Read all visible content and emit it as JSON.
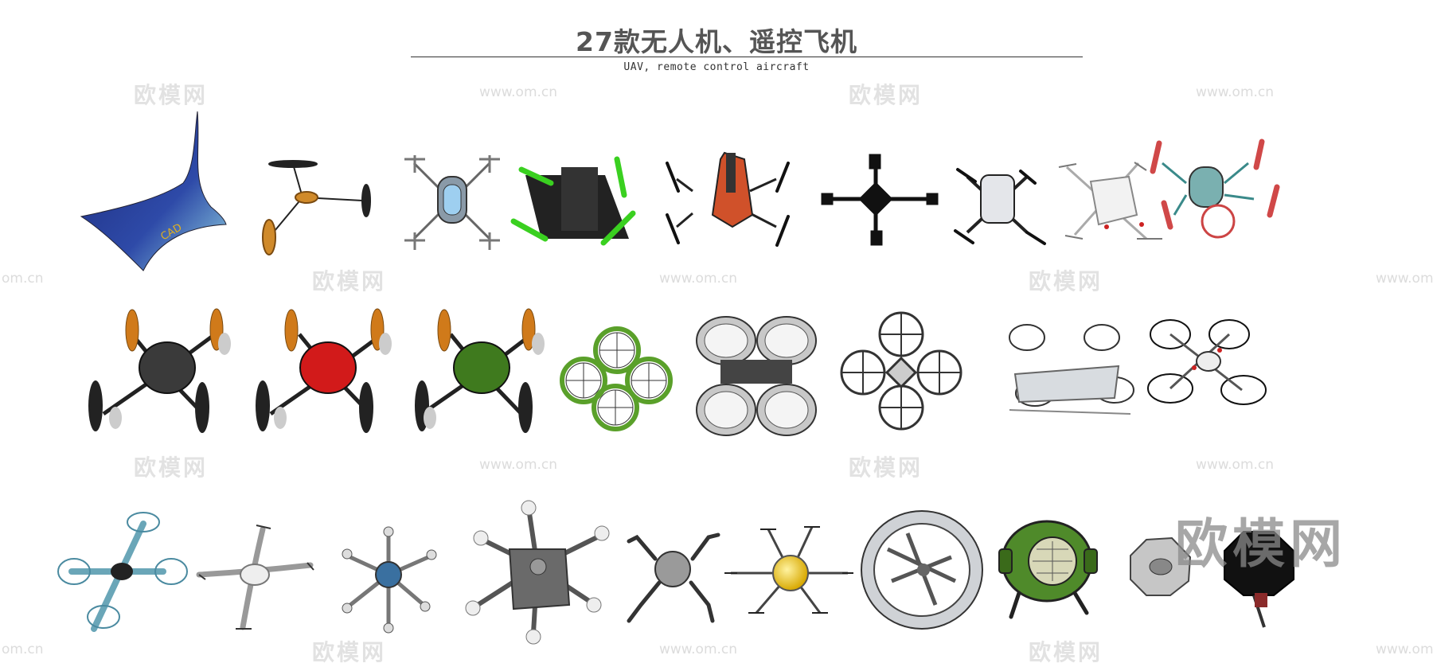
{
  "header": {
    "title": "27款无人机、遥控飞机",
    "subtitle": "UAV, remote control aircraft"
  },
  "watermark": {
    "url_text": "www.om.cn",
    "brand_text": "欧模网",
    "url_partial": "om.cn"
  },
  "drones": [
    {
      "name": "manta-ray-uav-icon",
      "row": 1
    },
    {
      "name": "tricopter-icon",
      "row": 1
    },
    {
      "name": "x-quad-with-pod-icon",
      "row": 1
    },
    {
      "name": "racing-quad-green-props-icon",
      "row": 1
    },
    {
      "name": "orange-quad-icon",
      "row": 1
    },
    {
      "name": "black-frame-quad-icon",
      "row": 1
    },
    {
      "name": "foldable-quad-icon",
      "row": 1
    },
    {
      "name": "white-quad-icon",
      "row": 1
    },
    {
      "name": "red-prop-quad-icon",
      "row": 1
    },
    {
      "name": "black-body-quad-icon",
      "row": 2
    },
    {
      "name": "red-body-quad-icon",
      "row": 2
    },
    {
      "name": "green-body-quad-icon",
      "row": 2
    },
    {
      "name": "green-ducted-quad-icon",
      "row": 2
    },
    {
      "name": "grey-ducted-quad-icon",
      "row": 2
    },
    {
      "name": "ring-guard-quad-icon",
      "row": 2
    },
    {
      "name": "white-guard-quad-icon",
      "row": 2
    },
    {
      "name": "red-white-guard-quad-icon",
      "row": 2
    },
    {
      "name": "blue-guard-quad-icon",
      "row": 3
    },
    {
      "name": "white-x-quad-icon",
      "row": 3
    },
    {
      "name": "blue-hexacopter-icon",
      "row": 3
    },
    {
      "name": "grey-hexacopter-icon",
      "row": 3
    },
    {
      "name": "claw-quad-icon",
      "row": 3
    },
    {
      "name": "yellow-hexacopter-icon",
      "row": 3
    },
    {
      "name": "ring-wing-uav-icon",
      "row": 3
    },
    {
      "name": "green-ball-drone-icon",
      "row": 3
    },
    {
      "name": "grey-octagon-drone-icon",
      "row": 3
    },
    {
      "name": "black-octagon-drone-icon",
      "row": 3
    }
  ]
}
